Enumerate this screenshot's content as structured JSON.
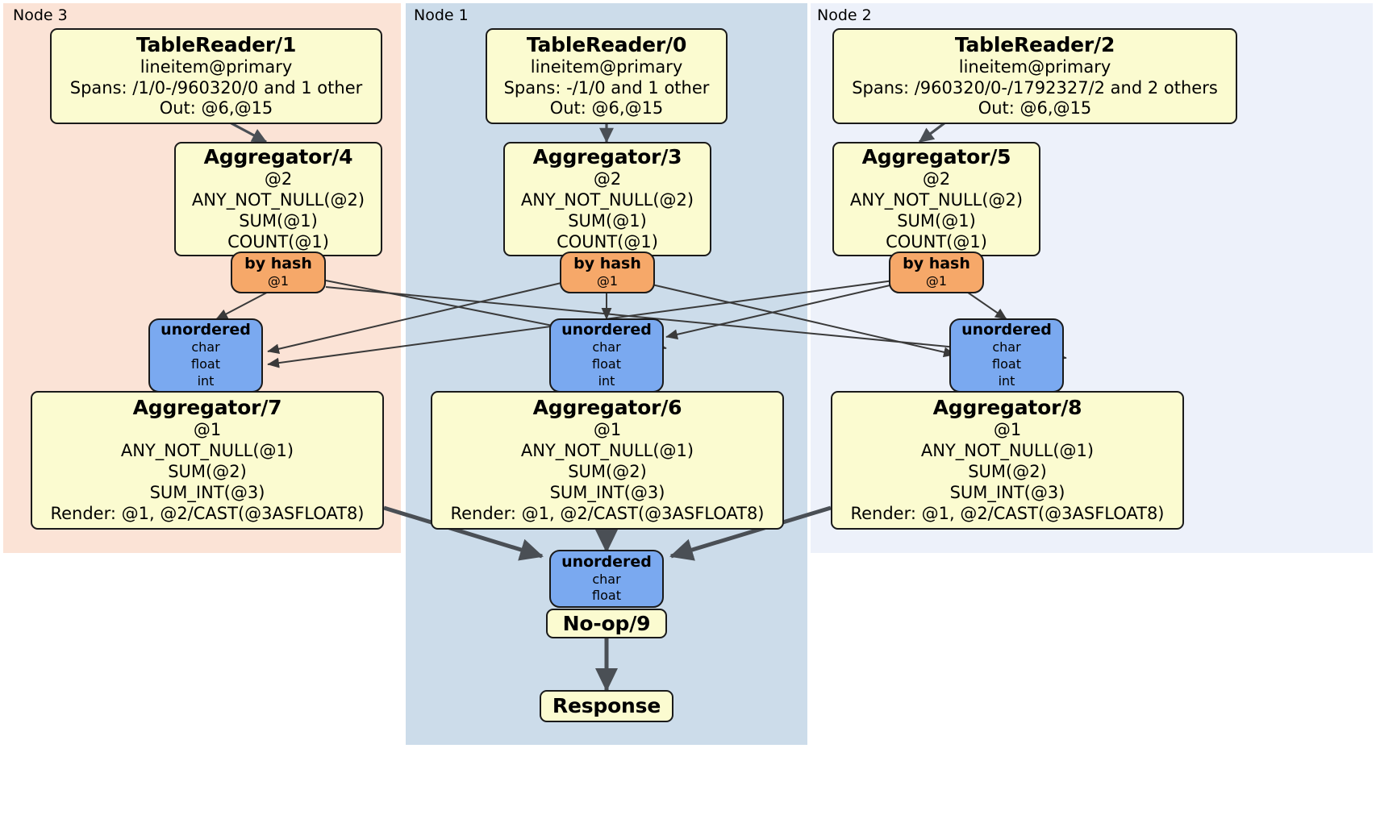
{
  "diagram": {
    "kind": "distributed-query-plan",
    "colors": {
      "node3_panel": "#fbe3d6",
      "node1_panel": "#ccdcea",
      "node2_panel": "#edf1fa",
      "processor_fill": "#fbfbd0",
      "router_fill": "#f6a869",
      "stream_fill": "#7aa9f0",
      "edge": "#4a4f55",
      "border": "#1a1a1a"
    }
  },
  "regions": [
    {
      "id": "node3",
      "label": "Node 3"
    },
    {
      "id": "node1",
      "label": "Node 1"
    },
    {
      "id": "node2",
      "label": "Node 2"
    }
  ],
  "nodes": {
    "tablereader_1": {
      "title": "TableReader/1",
      "lines": [
        "lineitem@primary",
        "Spans: /1/0-/960320/0 and 1 other",
        "Out: @6,@15"
      ]
    },
    "tablereader_0": {
      "title": "TableReader/0",
      "lines": [
        "lineitem@primary",
        "Spans: -/1/0 and 1 other",
        "Out: @6,@15"
      ]
    },
    "tablereader_2": {
      "title": "TableReader/2",
      "lines": [
        "lineitem@primary",
        "Spans: /960320/0-/1792327/2 and 2 others",
        "Out: @6,@15"
      ]
    },
    "aggregator_4": {
      "title": "Aggregator/4",
      "lines": [
        "@2",
        "ANY_NOT_NULL(@2)",
        "SUM(@1)",
        "COUNT(@1)"
      ]
    },
    "aggregator_3": {
      "title": "Aggregator/3",
      "lines": [
        "@2",
        "ANY_NOT_NULL(@2)",
        "SUM(@1)",
        "COUNT(@1)"
      ]
    },
    "aggregator_5": {
      "title": "Aggregator/5",
      "lines": [
        "@2",
        "ANY_NOT_NULL(@2)",
        "SUM(@1)",
        "COUNT(@1)"
      ]
    },
    "aggregator_7": {
      "title": "Aggregator/7",
      "lines": [
        "@1",
        "ANY_NOT_NULL(@1)",
        "SUM(@2)",
        "SUM_INT(@3)",
        "Render: @1, @2/CAST(@3ASFLOAT8)"
      ]
    },
    "aggregator_6": {
      "title": "Aggregator/6",
      "lines": [
        "@1",
        "ANY_NOT_NULL(@1)",
        "SUM(@2)",
        "SUM_INT(@3)",
        "Render: @1, @2/CAST(@3ASFLOAT8)"
      ]
    },
    "aggregator_8": {
      "title": "Aggregator/8",
      "lines": [
        "@1",
        "ANY_NOT_NULL(@1)",
        "SUM(@2)",
        "SUM_INT(@3)",
        "Render: @1, @2/CAST(@3ASFLOAT8)"
      ]
    },
    "router_left": {
      "title": "by hash",
      "lines": [
        "@1"
      ]
    },
    "router_mid": {
      "title": "by hash",
      "lines": [
        "@1"
      ]
    },
    "router_right": {
      "title": "by hash",
      "lines": [
        "@1"
      ]
    },
    "stream_left": {
      "title": "unordered",
      "lines": [
        "char",
        "float",
        "int"
      ]
    },
    "stream_mid": {
      "title": "unordered",
      "lines": [
        "char",
        "float",
        "int"
      ]
    },
    "stream_right": {
      "title": "unordered",
      "lines": [
        "char",
        "float",
        "int"
      ]
    },
    "stream_final": {
      "title": "unordered",
      "lines": [
        "char",
        "float"
      ]
    },
    "noop_9": {
      "title": "No-op/9",
      "lines": []
    },
    "response": {
      "title": "Response",
      "lines": []
    }
  }
}
